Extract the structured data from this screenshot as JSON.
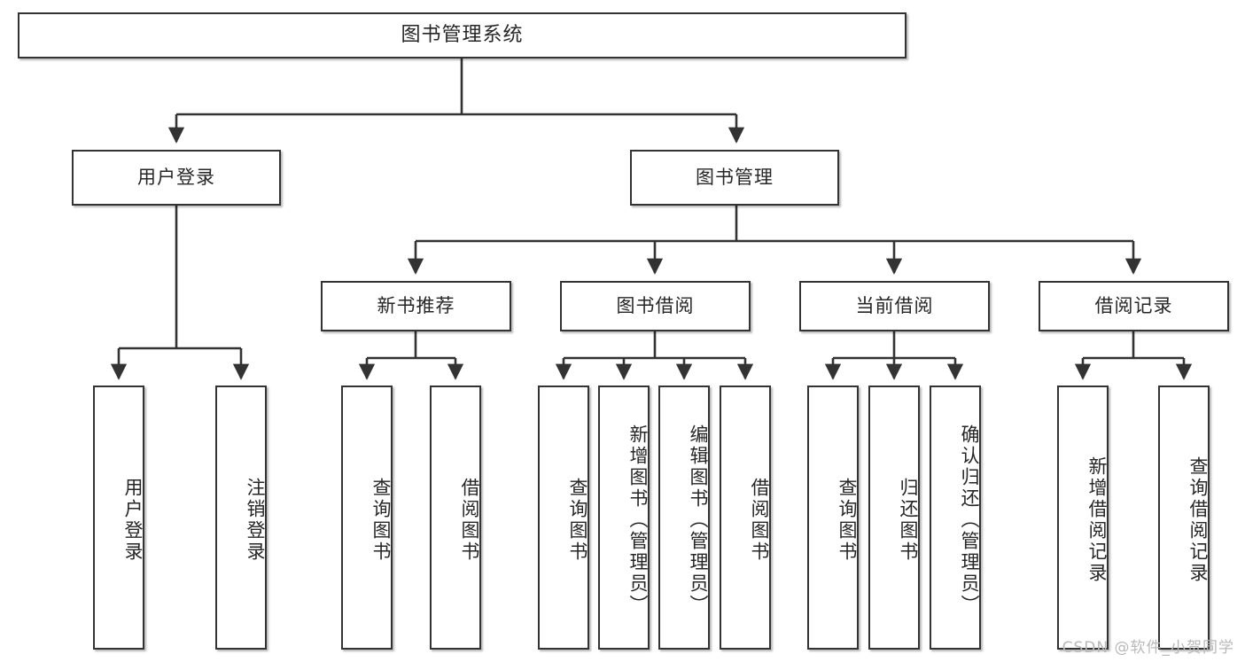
{
  "diagram": {
    "title": "图书管理系统",
    "type": "hierarchy-tree",
    "watermark": "CSDN @软件_小贺同学",
    "colors": {
      "box_border": "#333333",
      "box_fill": "#ffffff",
      "line": "#333333",
      "text": "#262626",
      "watermark": "#b9b9b9"
    },
    "nodes": {
      "root": {
        "label": "图书管理系统"
      },
      "level2": [
        {
          "id": "user-login",
          "label": "用户登录"
        },
        {
          "id": "book-manage",
          "label": "图书管理"
        }
      ],
      "level3": [
        {
          "id": "new-book-rec",
          "label": "新书推荐"
        },
        {
          "id": "book-borrow",
          "label": "图书借阅"
        },
        {
          "id": "current-borrow",
          "label": "当前借阅"
        },
        {
          "id": "borrow-record",
          "label": "借阅记录"
        }
      ],
      "leaves": {
        "user-login": [
          {
            "id": "leaf-user-login",
            "label": "用户登录"
          },
          {
            "id": "leaf-user-logout",
            "label": "注销登录"
          }
        ],
        "new-book-rec": [
          {
            "id": "leaf-query-book-1",
            "label": "查询图书"
          },
          {
            "id": "leaf-borrow-book-1",
            "label": "借阅图书"
          }
        ],
        "book-borrow": [
          {
            "id": "leaf-query-book-2",
            "label": "查询图书"
          },
          {
            "id": "leaf-add-book",
            "label": "新增图书（管理员）"
          },
          {
            "id": "leaf-edit-book",
            "label": "编辑图书（管理员）"
          },
          {
            "id": "leaf-borrow-book-2",
            "label": "借阅图书"
          }
        ],
        "current-borrow": [
          {
            "id": "leaf-query-book-3",
            "label": "查询图书"
          },
          {
            "id": "leaf-return-book",
            "label": "归还图书"
          },
          {
            "id": "leaf-confirm-return",
            "label": "确认归还（管理员）"
          }
        ],
        "borrow-record": [
          {
            "id": "leaf-add-record",
            "label": "新增借阅记录"
          },
          {
            "id": "leaf-query-record",
            "label": "查询借阅记录"
          }
        ]
      }
    }
  }
}
